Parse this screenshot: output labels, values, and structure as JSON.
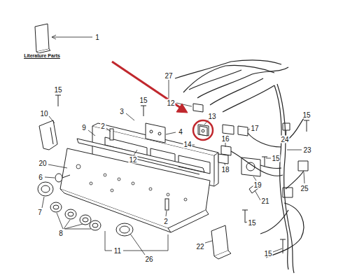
{
  "diagram": {
    "labels": [
      "1",
      "Literature Parts",
      "27",
      "15",
      "12",
      "15",
      "10",
      "3",
      "2",
      "13",
      "4",
      "16",
      "17",
      "15",
      "24",
      "9",
      "14",
      "12",
      "23",
      "20",
      "15",
      "18",
      "6",
      "19",
      "25",
      "21",
      "7",
      "15",
      "8",
      "2",
      "22",
      "15",
      "11",
      "26"
    ]
  }
}
